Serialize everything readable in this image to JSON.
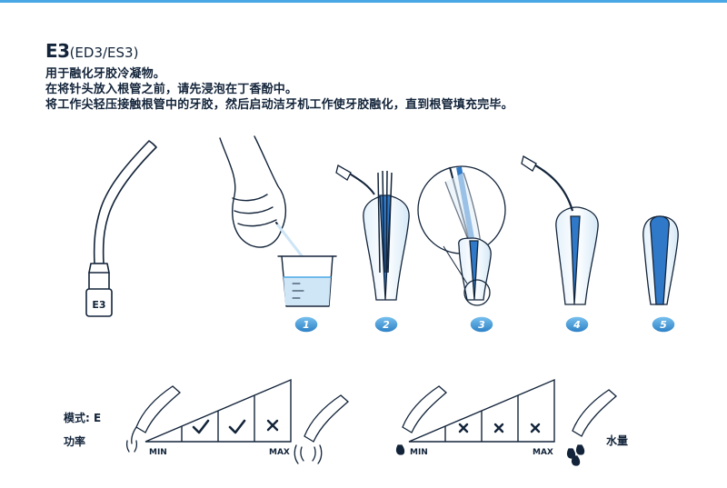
{
  "heading": {
    "code": "E3",
    "variants": "(ED3/ES3)"
  },
  "description": {
    "line1": "用于融化牙胶冷凝物。",
    "line2": "在将针头放入根管之前，请先浸泡在丁香酚中。",
    "line3": "将工作尖轻压接触根管中的牙胶，然后启动洁牙机工作使牙胶融化，直到根管填充完毕。"
  },
  "tip_label": "E3",
  "steps": [
    "1",
    "2",
    "3",
    "4",
    "5"
  ],
  "power_section": {
    "mode_label": "模式: E",
    "power_label": "功率",
    "min_label": "MIN",
    "max_label": "MAX",
    "marks": [
      "check",
      "check",
      "x"
    ]
  },
  "water_section": {
    "water_label": "水量",
    "min_label": "MIN",
    "max_label": "MAX",
    "marks": [
      "x",
      "x",
      "x"
    ]
  },
  "colors": {
    "accent": "#4aa7e6",
    "ink": "#13243a",
    "fill_blue": "#2f79c8",
    "light_blue": "#cfe6f7"
  }
}
